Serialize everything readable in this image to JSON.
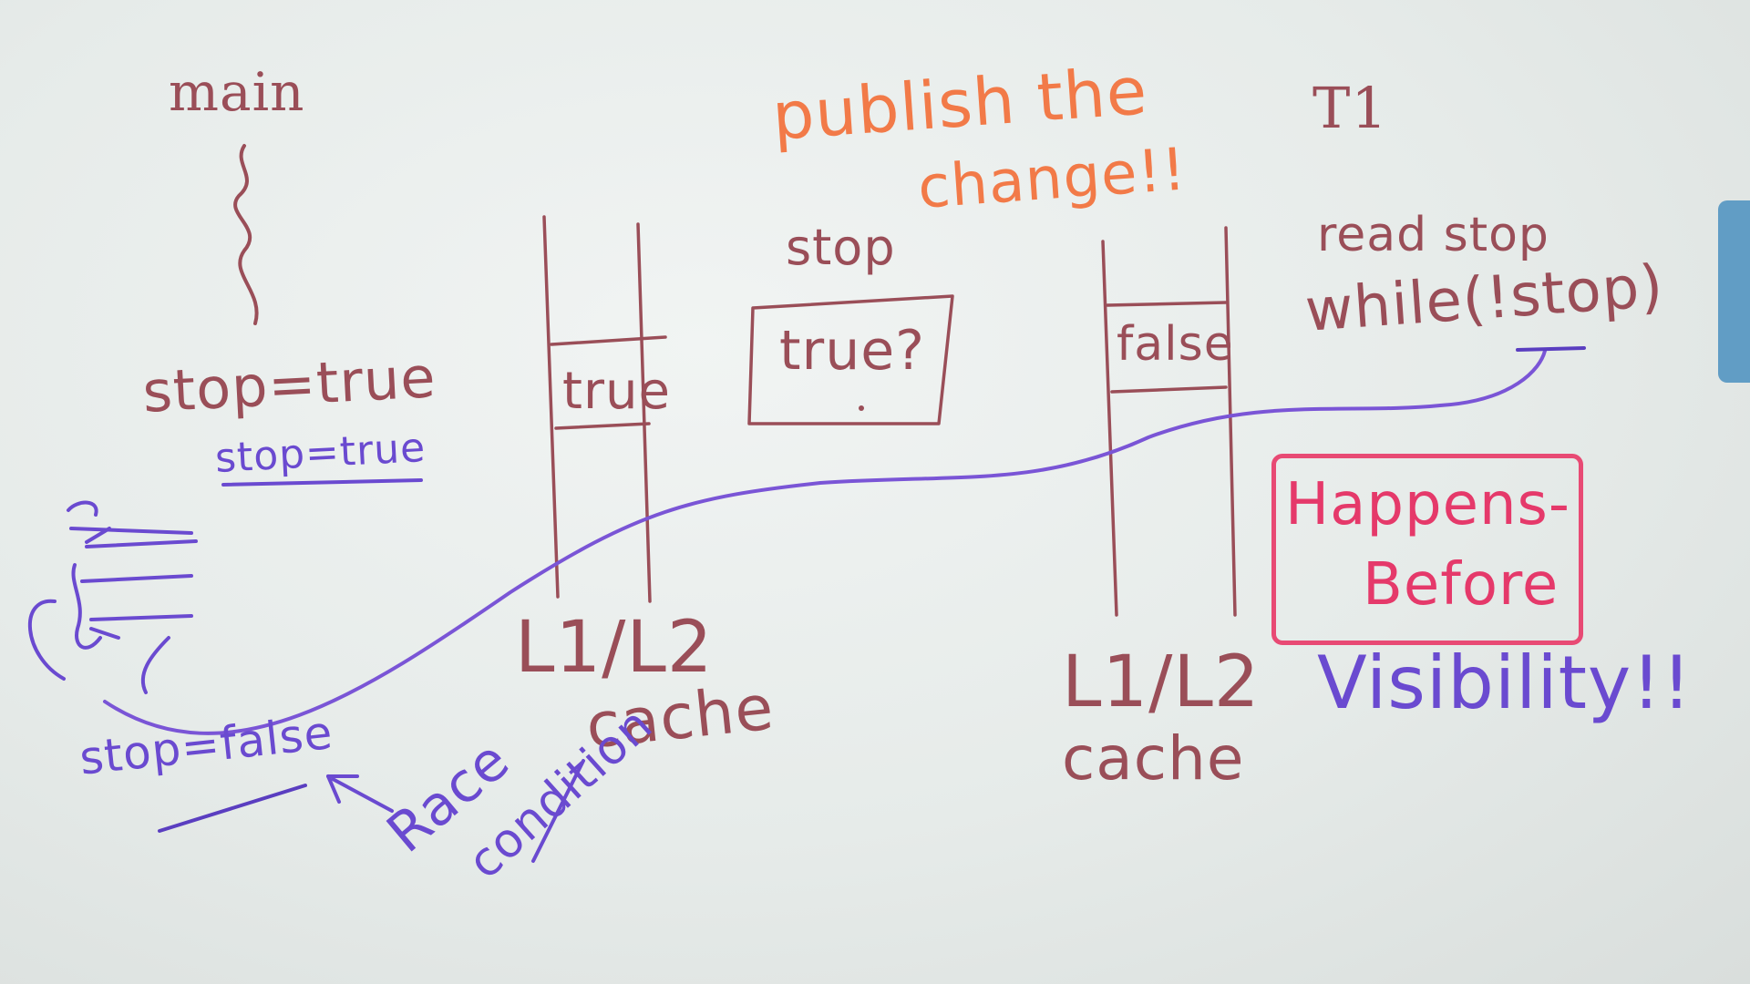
{
  "board": {
    "main_label": "main",
    "thread_label": "T1",
    "headline_line1": "publish the",
    "headline_line2": "change!!",
    "main_assign": "stop=true",
    "main_assign_copy": "stop=true",
    "main_assign_false": "stop=false",
    "main_cache_value": "true",
    "main_cache_label_1": "L1/L2",
    "main_cache_label_2": "cache",
    "shared_var_name": "stop",
    "shared_var_value": "true?",
    "t1_cache_value": "false",
    "t1_cache_label_1": "L1/L2",
    "t1_cache_label_2": "cache",
    "t1_read": "read stop",
    "t1_loop": "while(!stop)",
    "happens_before_1": "Happens-",
    "happens_before_2": "Before",
    "visibility": "Visibility!!",
    "race_1": "Race",
    "race_2": "condition"
  },
  "colors": {
    "brown_marker": "#9a4e58",
    "orange_marker": "#f27a48",
    "pink_marker": "#e5396a",
    "purple_marker": "#6a4ad0"
  }
}
